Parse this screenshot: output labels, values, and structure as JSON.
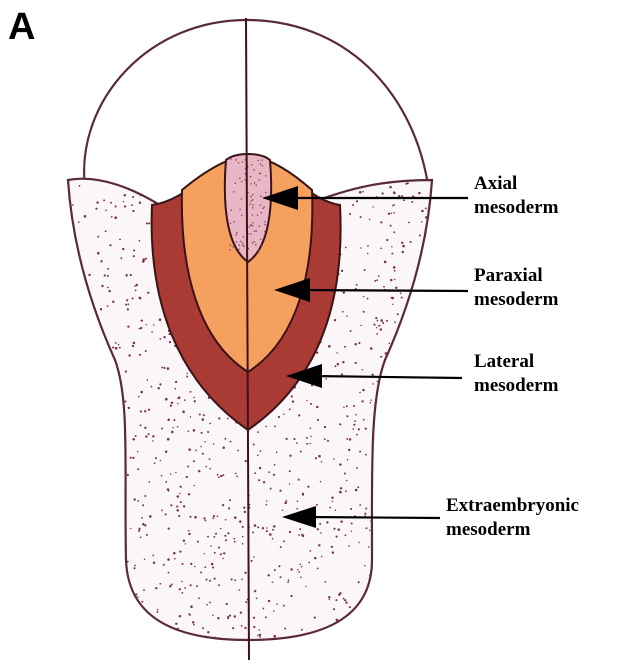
{
  "panel": "A",
  "labels": {
    "axial": [
      "Axial",
      "mesoderm"
    ],
    "paraxial": [
      "Paraxial",
      "mesoderm"
    ],
    "lateral": [
      "Lateral",
      "mesoderm"
    ],
    "extraembryonic": [
      "Extraembryonic",
      "mesoderm"
    ]
  },
  "colors": {
    "outline": "#5a2a3a",
    "dot": "#7a2e4a",
    "axial_fill": "#e8b6c4",
    "paraxial_fill": "#f5a05f",
    "lateral_fill": "#a93a34",
    "extraembryonic_fill": "#fbf6f8",
    "arrow": "#000000"
  }
}
